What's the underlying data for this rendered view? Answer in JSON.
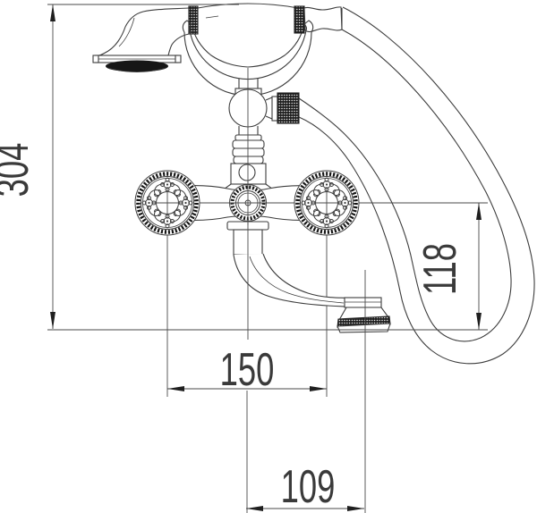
{
  "drawing": {
    "subject": "bath-shower-mixer-technical-drawing",
    "style": {
      "line_color": "#3d3d3d",
      "dimension_line_color": "#4a4a4a",
      "dark_fill": "#1c1c1c",
      "background": "#ffffff"
    },
    "dimensions": {
      "total_height": "304",
      "spout_drop_height": "118",
      "handle_center_distance": "150",
      "spout_reach": "109"
    }
  }
}
